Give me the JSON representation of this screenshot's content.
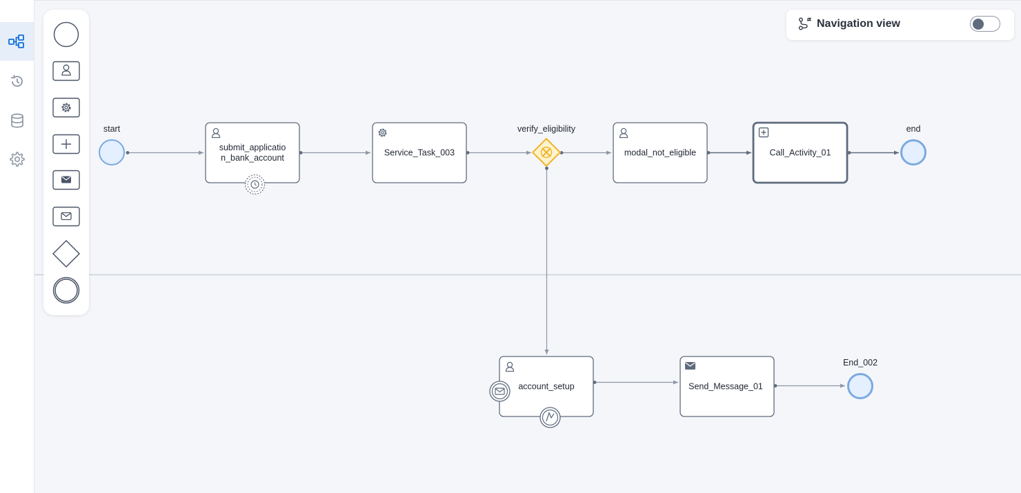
{
  "sidebar": {
    "items": [
      {
        "icon": "process-diagram-icon",
        "active": true
      },
      {
        "icon": "history-icon",
        "active": false
      },
      {
        "icon": "database-icon",
        "active": false
      },
      {
        "icon": "gear-icon",
        "active": false
      }
    ]
  },
  "palette": {
    "items": [
      {
        "icon": "start-event-icon"
      },
      {
        "icon": "user-task-icon"
      },
      {
        "icon": "service-task-icon"
      },
      {
        "icon": "subprocess-icon"
      },
      {
        "icon": "send-message-icon"
      },
      {
        "icon": "receive-message-icon"
      },
      {
        "icon": "gateway-icon"
      },
      {
        "icon": "end-event-icon"
      }
    ]
  },
  "navigation_view": {
    "label": "Navigation view",
    "enabled": false
  },
  "colors": {
    "event_fill": "#e4efff",
    "event_stroke": "#7aa9e0",
    "gateway_fill": "#fff3cc",
    "gateway_stroke": "#f0b429",
    "task_stroke": "#5f6b7d",
    "edge": "#8d96a5",
    "active_nav": "#0f6fd8"
  },
  "diagram": {
    "events": {
      "start": "start",
      "end": "end",
      "end_002": "End_002"
    },
    "gateway": {
      "label": "verify_eligibility"
    },
    "tasks": {
      "submit": {
        "line1": "submit_applicatio",
        "line2": "n_bank_account",
        "icon": "user-icon",
        "boundary": "timer-icon"
      },
      "service": {
        "label": "Service_Task_003",
        "icon": "gear-icon"
      },
      "modal": {
        "label": "modal_not_eligible",
        "icon": "user-icon"
      },
      "call": {
        "label": "Call_Activity_01",
        "icon": "expand-icon"
      },
      "account": {
        "label": "account_setup",
        "icon": "user-icon",
        "boundaries": [
          "message-icon",
          "escalation-icon"
        ]
      },
      "send": {
        "label": "Send_Message_01",
        "icon": "envelope-icon"
      }
    }
  }
}
